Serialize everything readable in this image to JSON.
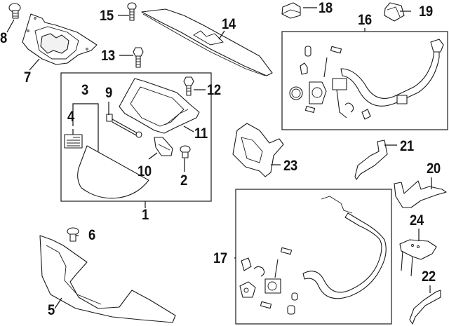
{
  "diagram": {
    "type": "exploded-parts-diagram",
    "callouts": [
      {
        "id": "1",
        "label": "1"
      },
      {
        "id": "2",
        "label": "2"
      },
      {
        "id": "3",
        "label": "3"
      },
      {
        "id": "4",
        "label": "4"
      },
      {
        "id": "5",
        "label": "5"
      },
      {
        "id": "6",
        "label": "6"
      },
      {
        "id": "7",
        "label": "7"
      },
      {
        "id": "8",
        "label": "8"
      },
      {
        "id": "9",
        "label": "9"
      },
      {
        "id": "10",
        "label": "10"
      },
      {
        "id": "11",
        "label": "11"
      },
      {
        "id": "12",
        "label": "12"
      },
      {
        "id": "13",
        "label": "13"
      },
      {
        "id": "14",
        "label": "14"
      },
      {
        "id": "15",
        "label": "15"
      },
      {
        "id": "16",
        "label": "16"
      },
      {
        "id": "17",
        "label": "17"
      },
      {
        "id": "18",
        "label": "18"
      },
      {
        "id": "19",
        "label": "19"
      },
      {
        "id": "20",
        "label": "20"
      },
      {
        "id": "21",
        "label": "21"
      },
      {
        "id": "22",
        "label": "22"
      },
      {
        "id": "23",
        "label": "23"
      },
      {
        "id": "24",
        "label": "24"
      }
    ],
    "groups": [
      {
        "label": "1",
        "contains": [
          "2",
          "3",
          "4",
          "9",
          "10",
          "11",
          "12"
        ]
      },
      {
        "label": "16",
        "contains": [
          "harness-kit-upper"
        ]
      },
      {
        "label": "17",
        "contains": [
          "harness-kit-lower"
        ]
      }
    ]
  }
}
